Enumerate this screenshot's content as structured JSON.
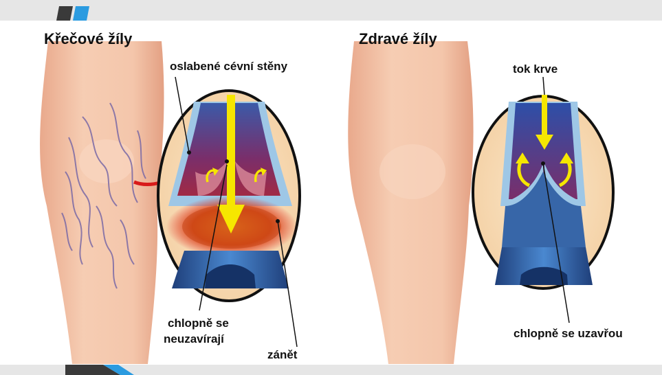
{
  "diagram": {
    "left_title": "Křečové žíly",
    "right_title": "Zdravé žíly",
    "labels": {
      "weak_walls": "oslabené cévní stěny",
      "valves_not_closing_line1": "chlopně se",
      "valves_not_closing_line2": "neuzavírají",
      "inflammation": "zánět",
      "blood_flow": "tok krve",
      "valves_closing": "chlopně se uzavřou"
    }
  },
  "colors": {
    "accent_blue": "#2b9be0",
    "dark_gray": "#3a3a3a",
    "skin": "#f2c3a7",
    "arrow_yellow": "#f6e600",
    "vein_blue": "#2a5a9c",
    "inflammation_red": "#e02020"
  }
}
